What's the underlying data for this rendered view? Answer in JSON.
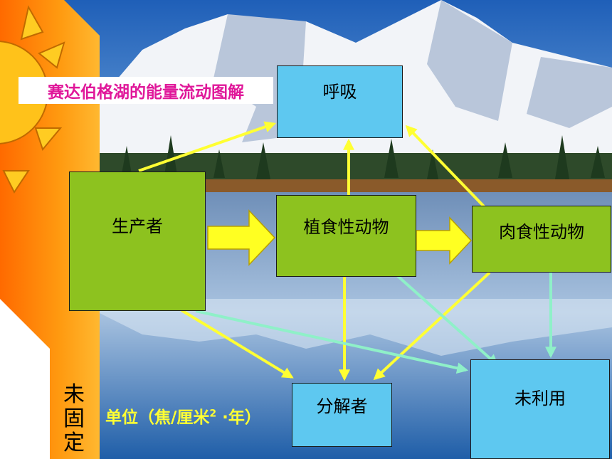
{
  "title": "赛达伯格湖的能量流动图解",
  "nodes": {
    "respiration": "呼吸",
    "producer": "生产者",
    "herbivore": "植食性动物",
    "carnivore": "肉食性动物",
    "decomposer": "分解者",
    "unused": "未利用"
  },
  "unit": {
    "prefix": "单位（焦/厘米",
    "sup": "2",
    "suffix": " ·年）"
  },
  "unfixed_chars": [
    "未",
    "固",
    "定"
  ],
  "colors": {
    "producer_fill": "#8dc21f",
    "node_fill": "#5ec8f0",
    "arrow_yellow": "#ffff33",
    "arrow_teal": "#8ff0c8",
    "title_text": "#e0189a",
    "sun_panel": "#ff8a00"
  }
}
